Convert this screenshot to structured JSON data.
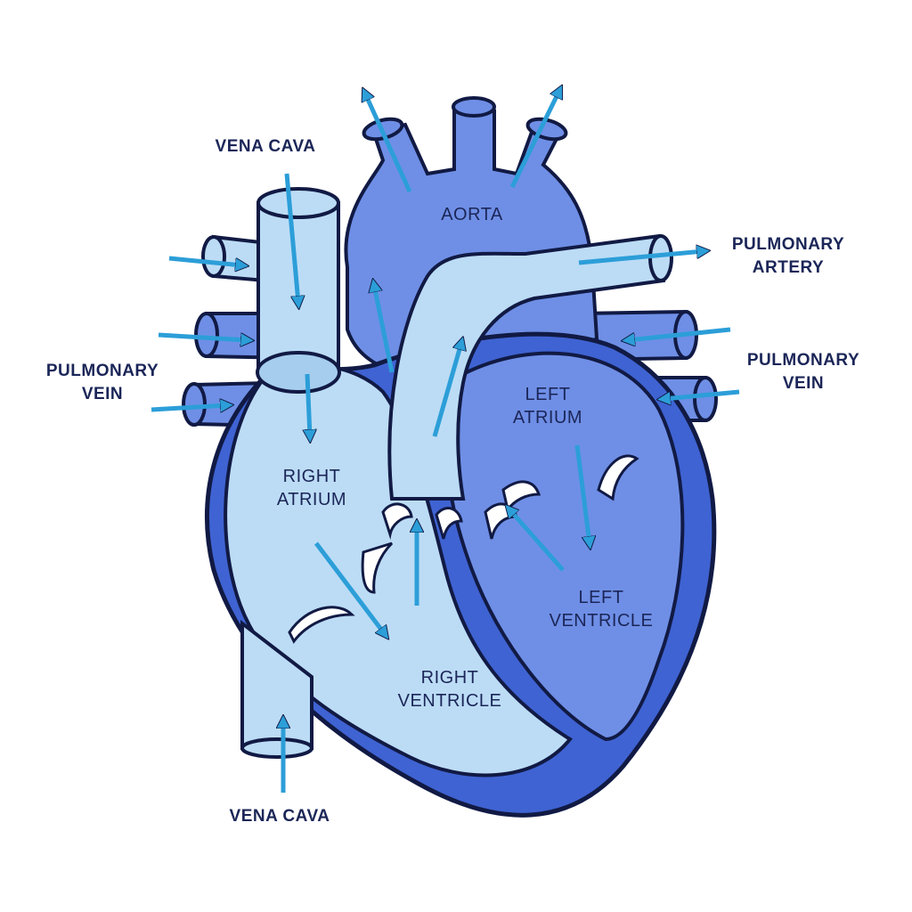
{
  "colors": {
    "outline": "#111a44",
    "deoxygenated_fill": "#bcdcf5",
    "oxygenated_fill": "#6f8fe6",
    "muscle_wall": "#3f63d2",
    "arrow": "#2c9ed8",
    "text": "#1b2658"
  },
  "labels": {
    "vena_cava_top": [
      "VENA CAVA"
    ],
    "vena_cava_bottom": [
      "VENA CAVA"
    ],
    "aorta": [
      "AORTA"
    ],
    "pulmonary_artery": [
      "PULMONARY",
      "ARTERY"
    ],
    "pulmonary_vein_left": [
      "PULMONARY",
      "VEIN"
    ],
    "pulmonary_vein_right": [
      "PULMONARY",
      "VEIN"
    ],
    "right_atrium": [
      "RIGHT",
      "ATRIUM"
    ],
    "left_atrium": [
      "LEFT",
      "ATRIUM"
    ],
    "right_ventricle": [
      "RIGHT",
      "VENTRICLE"
    ],
    "left_ventricle": [
      "LEFT",
      "VENTRICLE"
    ]
  },
  "arrow_icon": "flow-arrow-icon"
}
